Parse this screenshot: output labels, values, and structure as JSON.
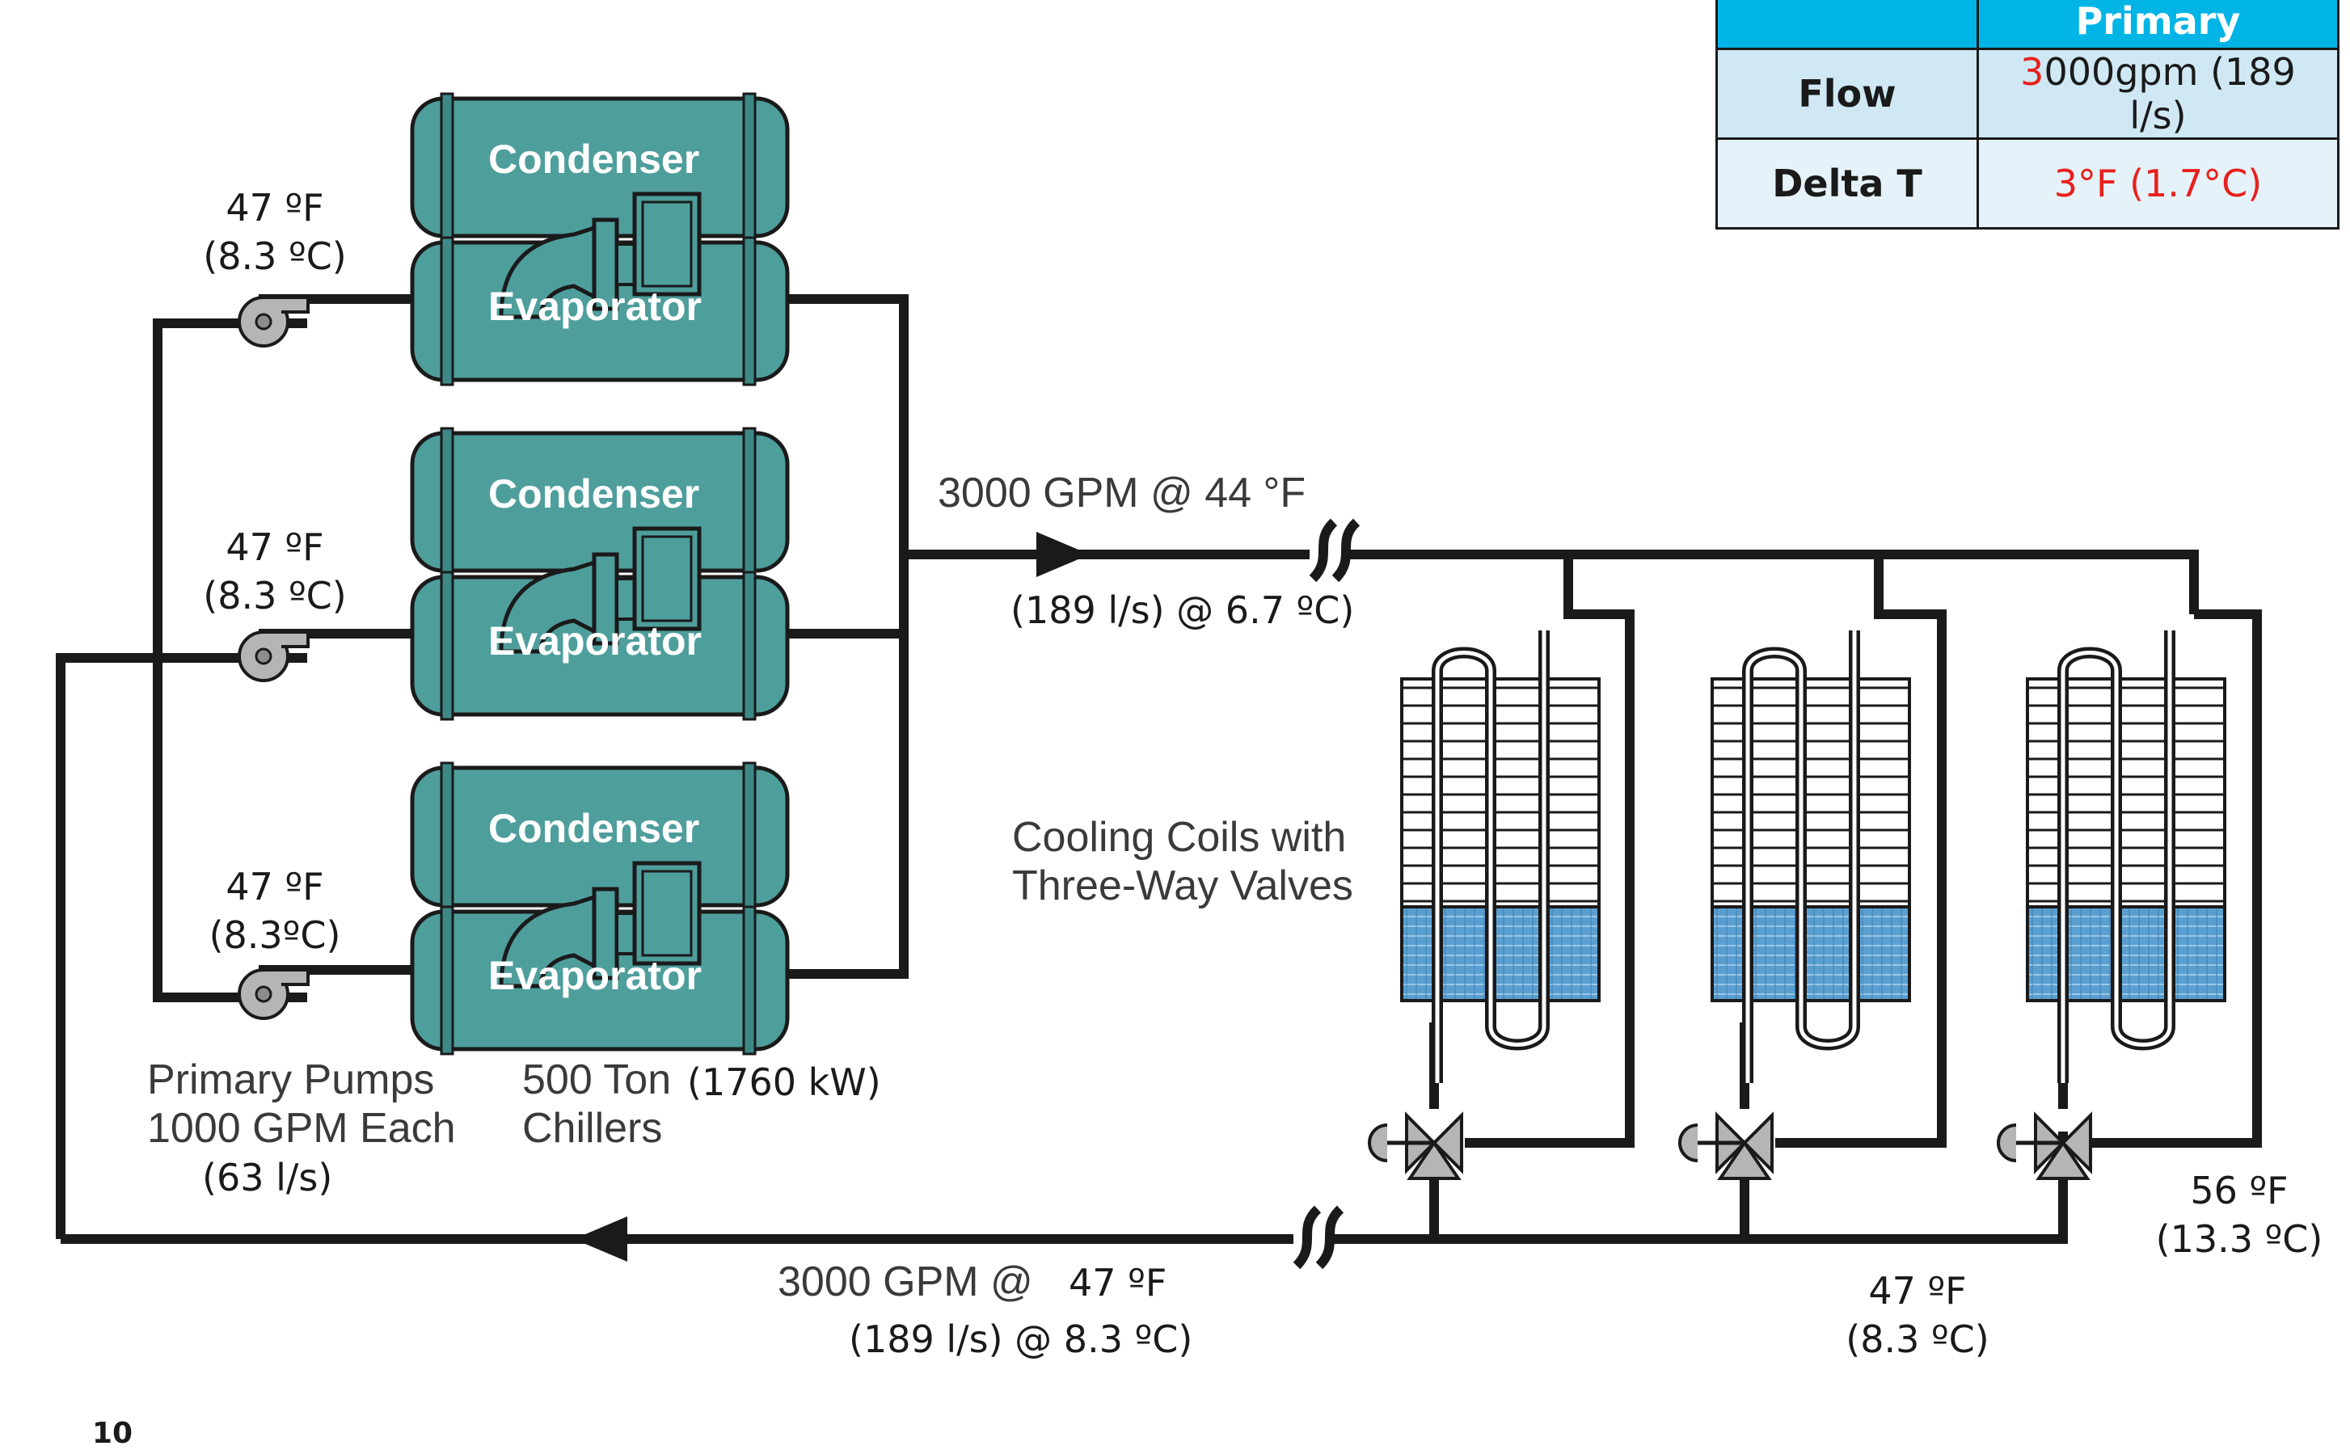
{
  "table": {
    "header": {
      "col1": "",
      "col2": "Primary"
    },
    "rows": [
      {
        "key": "Flow",
        "val_highlight": "3",
        "val_rest": "000gpm (189 l/s)"
      },
      {
        "key": "Delta T",
        "val": "3°F (1.7°C)"
      }
    ]
  },
  "units": [
    {
      "top": "Condenser",
      "bottom": "Evaporator",
      "temp_f": "47 ºF",
      "temp_c": "(8.3 ºC)"
    },
    {
      "top": "Condenser",
      "bottom": "Evaporator",
      "temp_f": "47 ºF",
      "temp_c": "(8.3 ºC)"
    },
    {
      "top": "Condenser",
      "bottom": "Evaporator",
      "temp_f": "47 ºF",
      "temp_c": "(8.3ºC)"
    }
  ],
  "labels": {
    "pumps_line1": "Primary Pumps",
    "pumps_line2": "1000 GPM Each",
    "pumps_line3": "(63 l/s)",
    "chillers_line1": "500 Ton",
    "chillers_kw": "(1760 kW)",
    "chillers_line2": "Chillers",
    "supply_flow": "3000 GPM @ 44 °F",
    "supply_si": "(189 l/s) @ 6.7 ºC)",
    "coils_line1": "Cooling Coils with",
    "coils_line2": "Three-Way Valves",
    "return_flow": "3000 GPM @",
    "return_temp": "47 ºF",
    "return_si": "(189 l/s) @ 8.3 ºC)",
    "coil_return_f": "56 ºF",
    "coil_return_c": "(13.3 ºC)",
    "bypass_f": "47 ºF",
    "bypass_c": "(8.3 ºC)",
    "page_number": "10"
  },
  "colors": {
    "chiller": "#4e9e9c",
    "pipe": "#1a1a1a",
    "coil_fill": "#5a9fd0",
    "header": "#00b4e6",
    "highlight": "#e8201c"
  }
}
